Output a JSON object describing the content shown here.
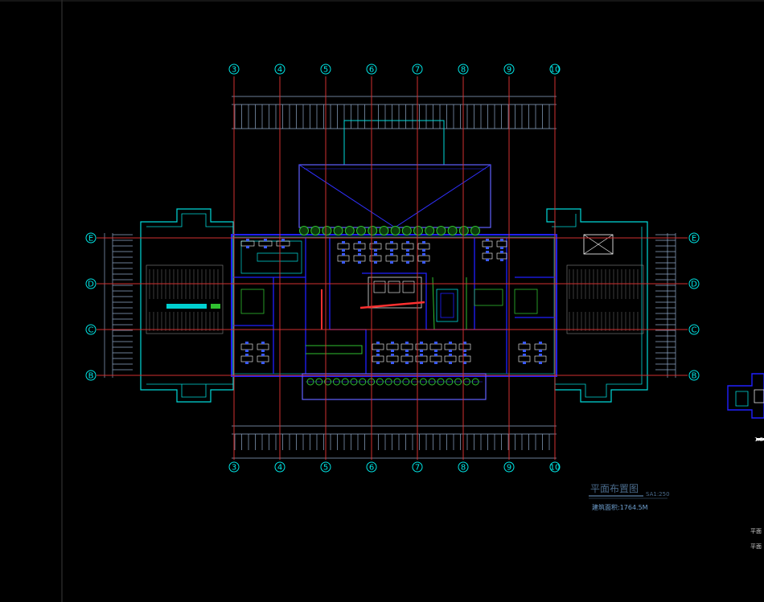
{
  "drawing": {
    "title": "平面布置图",
    "scale": "SA1:250",
    "area": "建筑面积:1764.5M",
    "side_scale": "1:2",
    "side_note_1": "平面",
    "side_note_2": "平面"
  },
  "grid": {
    "columns": [
      "3",
      "4",
      "5",
      "6",
      "7",
      "8",
      "9",
      "10"
    ],
    "rows": [
      "E",
      "D",
      "C",
      "B"
    ]
  },
  "colors": {
    "background": "#000000",
    "frame": "#3a3a3a",
    "grid_line": "#d03030",
    "axis_bubble": "#00e5e5",
    "wall": "#2020ff",
    "outline": "#00d8d8",
    "furniture": "#ffffff",
    "plant": "#30c030",
    "accent": "#00d0d0"
  }
}
